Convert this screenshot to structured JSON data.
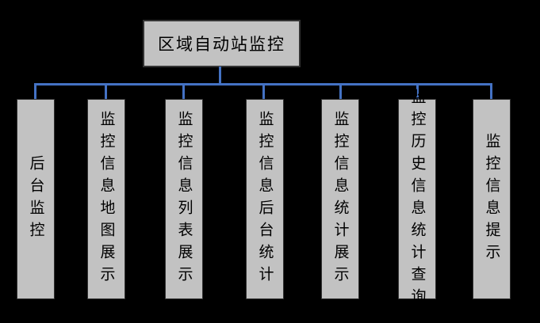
{
  "diagram": {
    "type": "org-hierarchy",
    "root": {
      "label": "区域自动站监控"
    },
    "children": [
      {
        "label": "后台监控"
      },
      {
        "label": "监控信息地图展示"
      },
      {
        "label": "监控信息列表展示"
      },
      {
        "label": "监控信息后台统计"
      },
      {
        "label": "监控信息统计展示"
      },
      {
        "label": "监控历史信息统计查询"
      },
      {
        "label": "监控信息提示"
      }
    ],
    "colors": {
      "background": "#000000",
      "node_fill": "#c2c2c2",
      "node_border": "#333333",
      "connector": "#4472c4",
      "text": "#000000"
    }
  }
}
